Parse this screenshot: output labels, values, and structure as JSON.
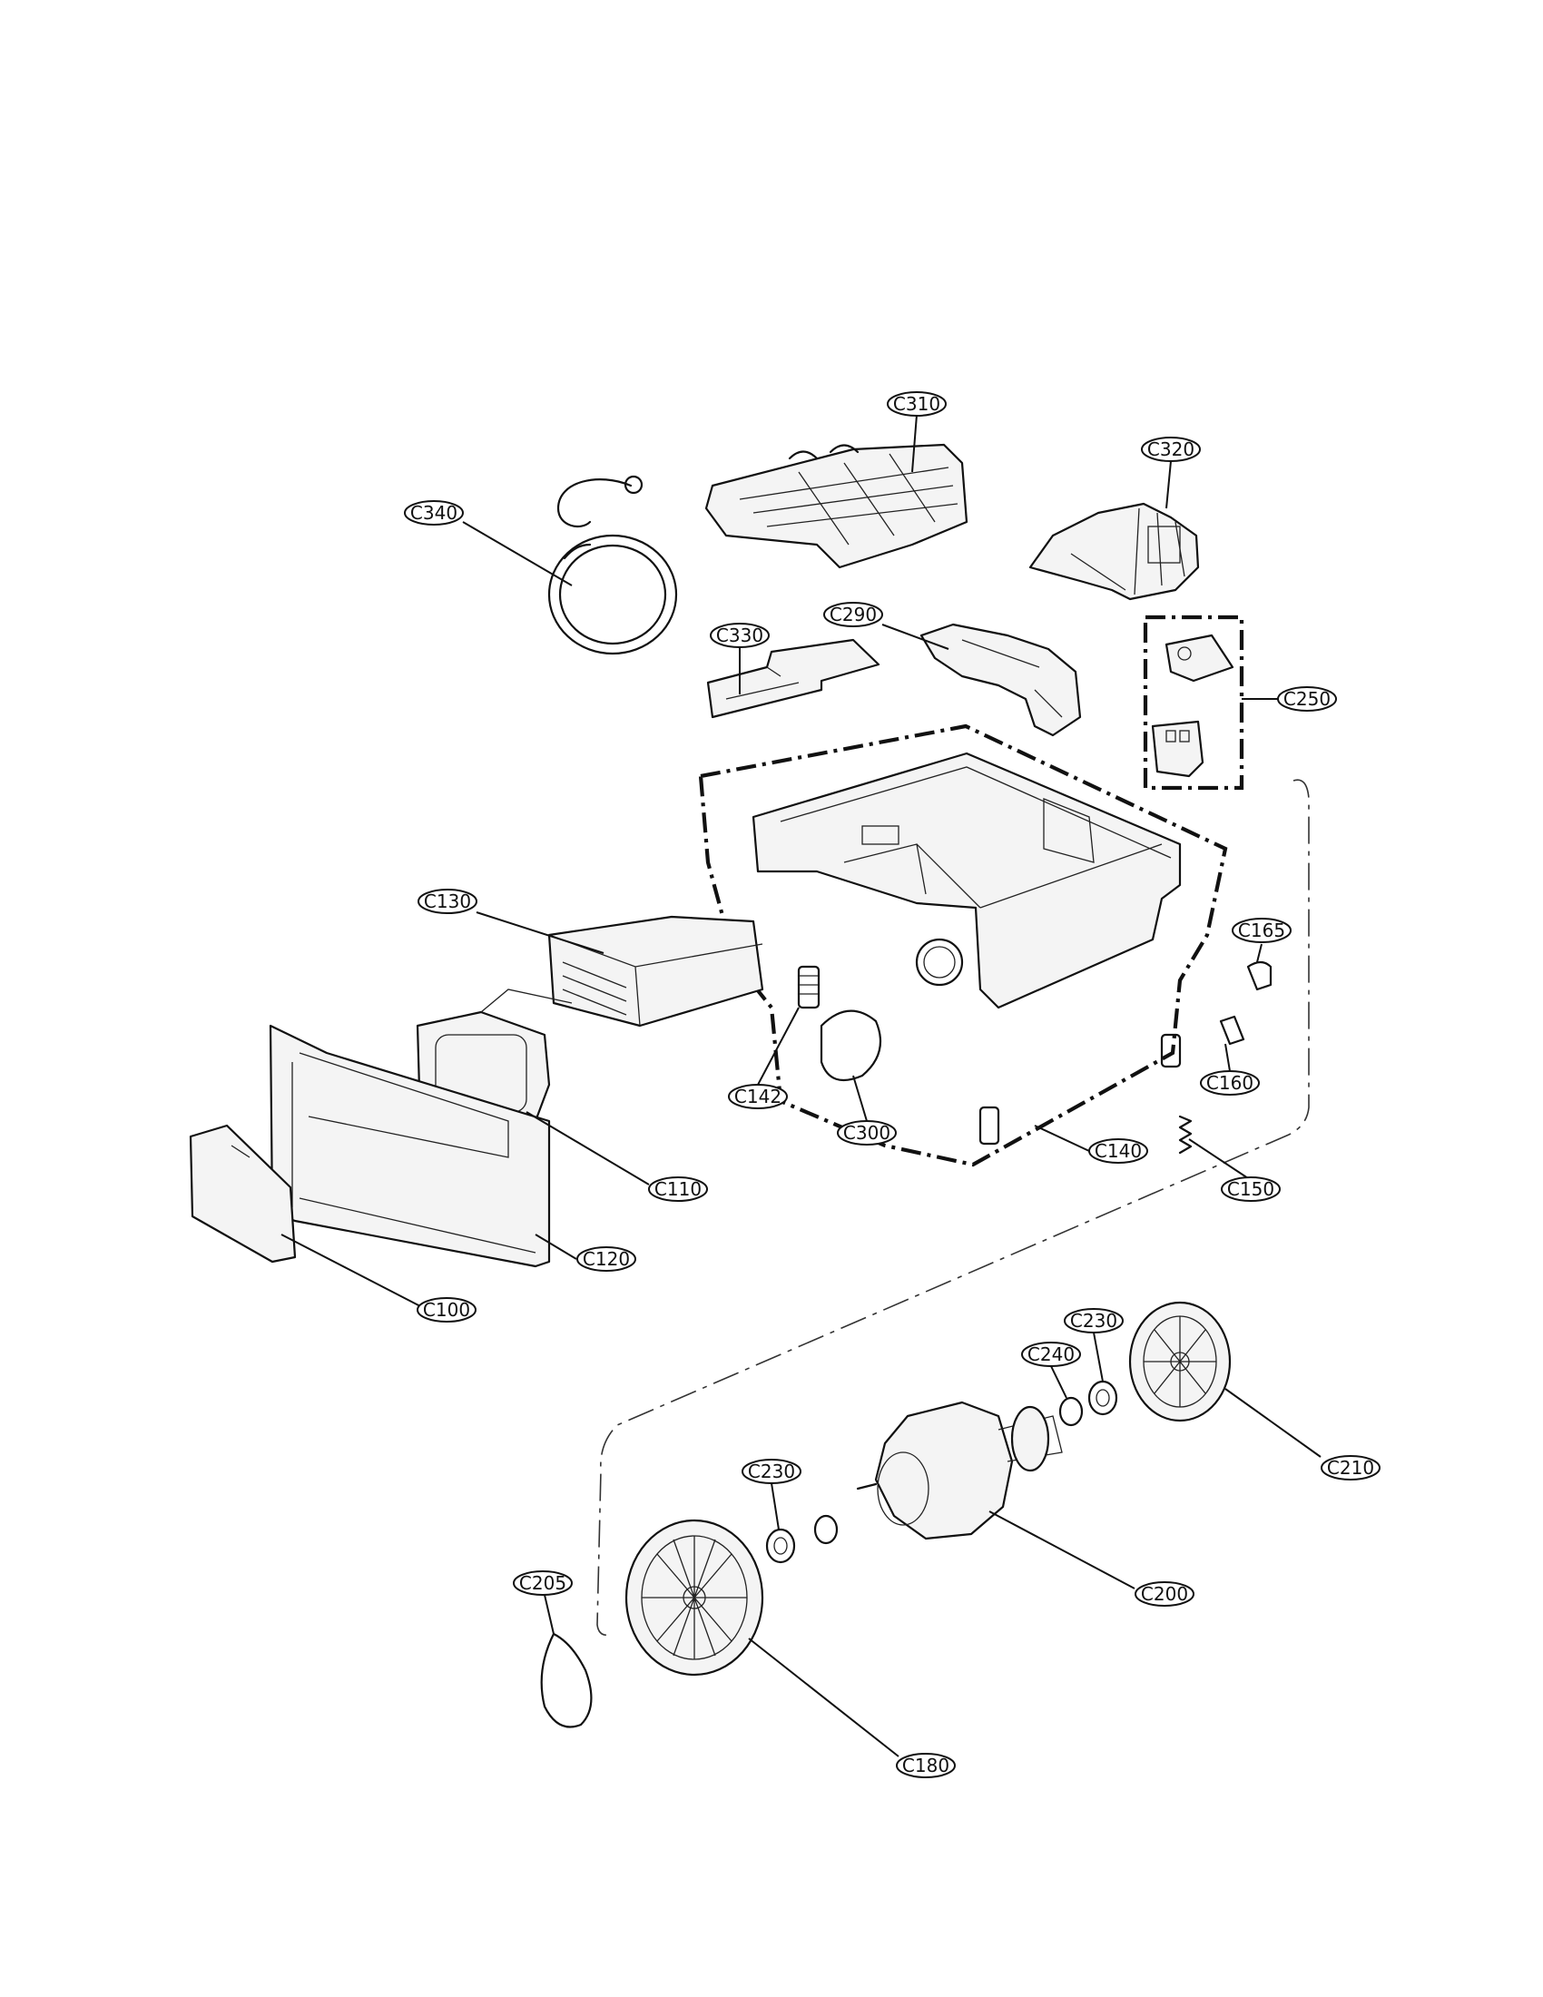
{
  "callouts": {
    "c310": "C310",
    "c320": "C320",
    "c340": "C340",
    "c330": "C330",
    "c290": "C290",
    "c250": "C250",
    "c130": "C130",
    "c165": "C165",
    "c142": "C142",
    "c160": "C160",
    "c300": "C300",
    "c140": "C140",
    "c110": "C110",
    "c150": "C150",
    "c120": "C120",
    "c100": "C100",
    "c230a": "C230",
    "c240": "C240",
    "c210": "C210",
    "c230b": "C230",
    "c200": "C200",
    "c205": "C205",
    "c180": "C180"
  }
}
